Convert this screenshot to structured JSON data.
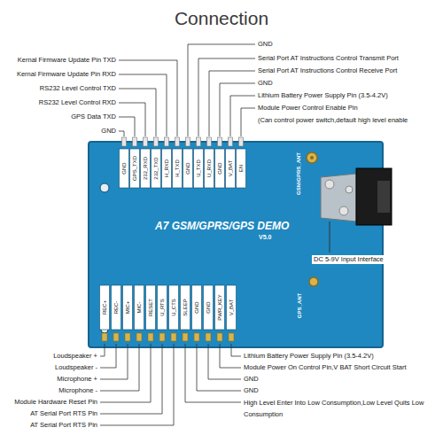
{
  "diagram": {
    "title": "Connection",
    "nodes": [
      {
        "text": [
          "A7 GSM/GPRS/GPS DEMO",
          "V5.0"
        ]
      }
    ],
    "labels": [
      "Kernal Firmware Update Pin TXD",
      "Kernal Firmware Update Pin RXD",
      "RS232 Level Control TXD",
      "RS232 Level Control RXD",
      "GPS Data TXD",
      "GND",
      "GND",
      "Serial Port AT Instructions Control Transmit Port",
      "Serial Port AT Instructions Control Receive Port",
      "GND",
      "Lithium Battery Power Supply Pin (3.5-4.2V)",
      "Module Power Control Enable Pin",
      "(Can control power switch,default high level enable",
      "DC 5-9V Input Interface",
      "Loudspeaker +",
      "Loudspeaker -",
      "Microphone +",
      "Microphone -",
      "Module Hardware Reset Pin",
      "AT Serial Port RTS Pin",
      "AT Serial Port RTS Pin",
      "Lithium Battery Power Supply Pin (3.5-4.2V)",
      "Module Power On Control Pin,V BAT Short Circuit Start",
      "GND",
      "GND",
      "High Level Enter Into Low Consumption,Low Level Quits Low Consumption",
      "GND",
      "GPS_TXD",
      "232_RXD",
      "232_TXD",
      "H_RXD",
      "H_TXD",
      "GND",
      "U_TXD",
      "U_RXD",
      "GND",
      "V_BAT",
      "EN",
      "GSM/GPRS_ANT",
      "REC+",
      "REC-",
      "MIC+",
      "MIC-",
      "RESET",
      "U_RTS",
      "U_CTS",
      "SLEEP",
      "GND",
      "GND",
      "PWR_KEY",
      "V_BAT",
      "GPS_ANT"
    ]
  }
}
